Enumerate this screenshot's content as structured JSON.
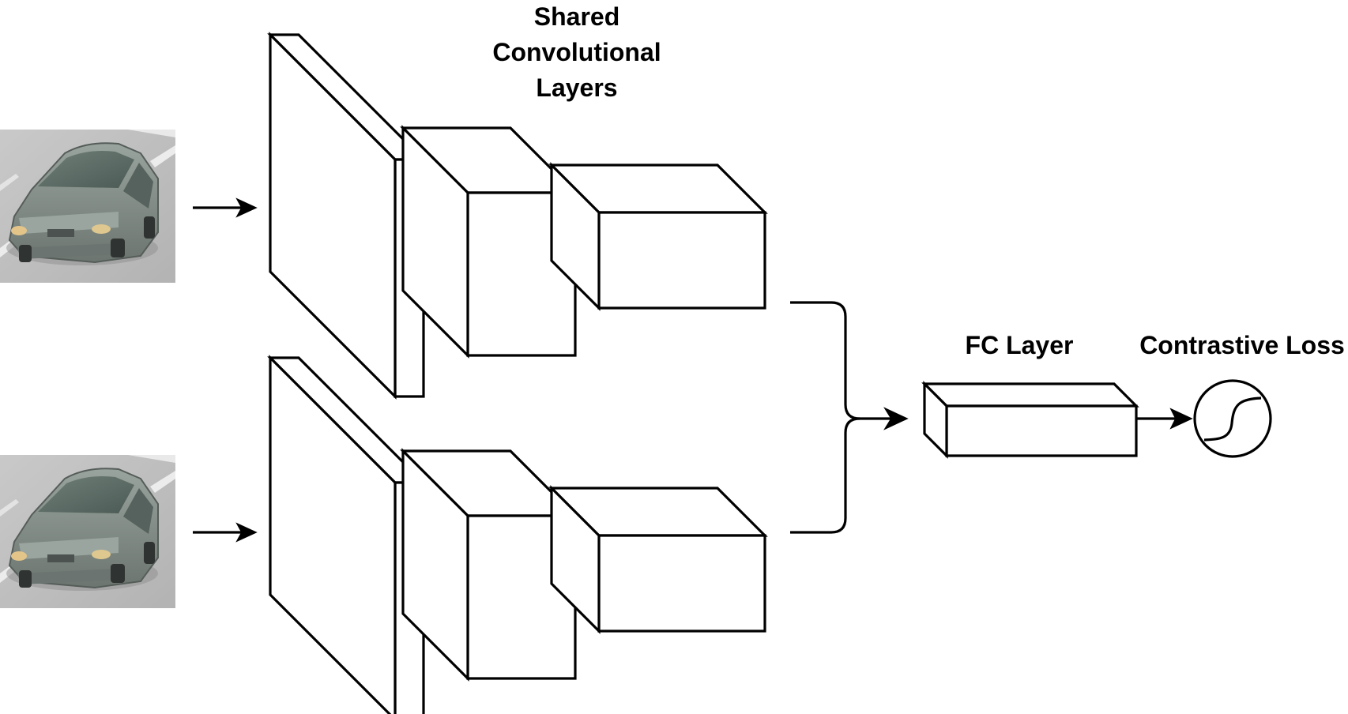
{
  "diagram": {
    "title_lines": [
      "Shared",
      "Convolutional",
      "Layers"
    ],
    "fc_label": "FC Layer",
    "loss_label": "Contrastive Loss",
    "inputs": [
      {
        "icon": "car-image-icon",
        "content": "gray sedan photo, front three-quarter view"
      },
      {
        "icon": "car-image-icon",
        "content": "gray sedan photo, front three-quarter view"
      }
    ],
    "colors": {
      "stroke": "#000000",
      "fill": "#ffffff",
      "car_body": "#7c8780",
      "road": "#bcbcbc"
    }
  }
}
